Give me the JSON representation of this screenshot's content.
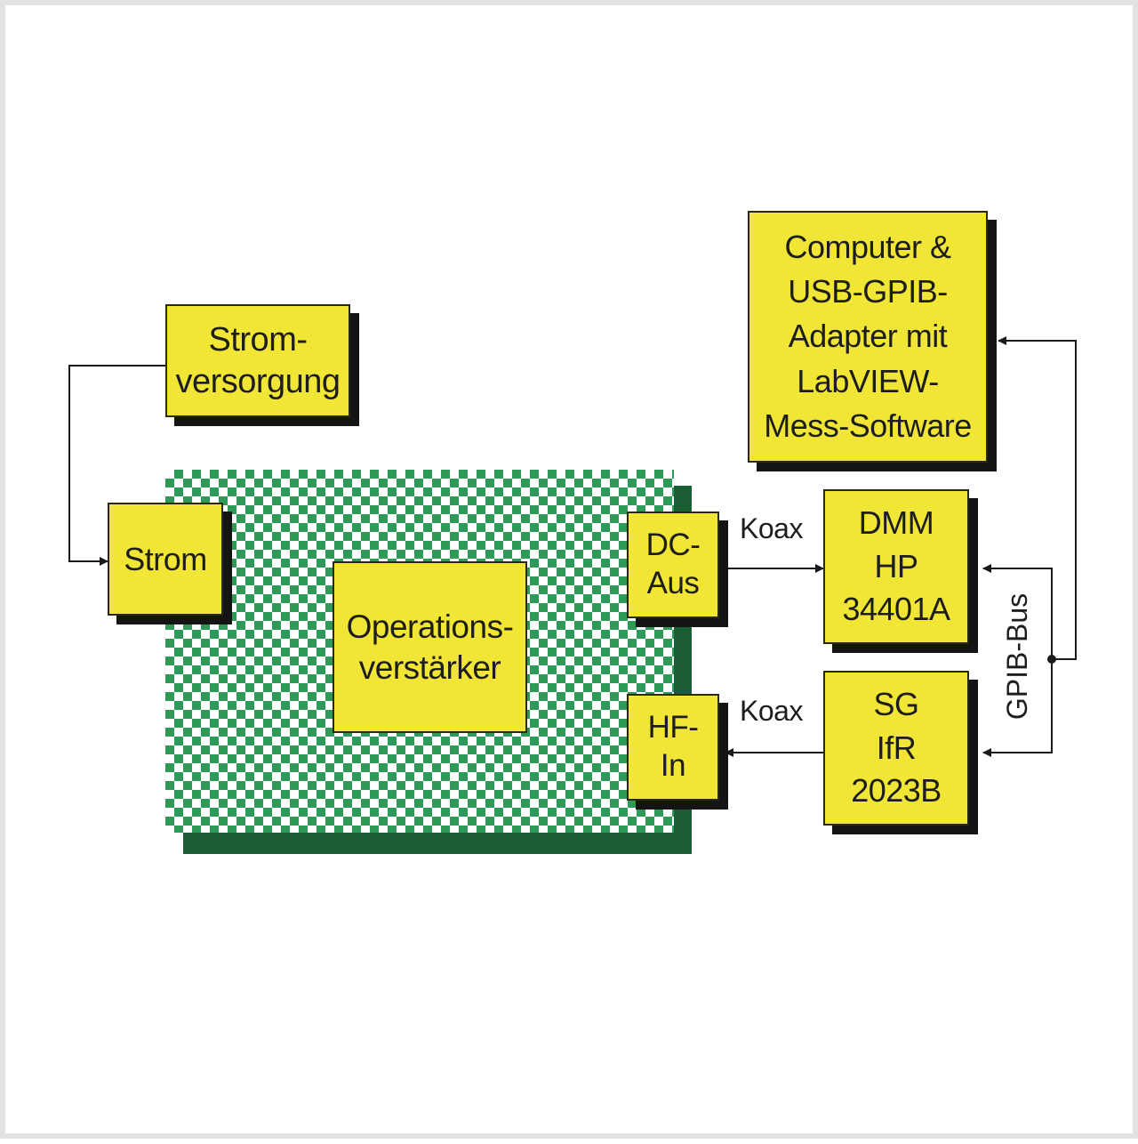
{
  "blocks": {
    "stromversorgung": "Strom-\nversorgung",
    "strom": "Strom",
    "opamp": "Operations-\nverstärker",
    "dc_aus": "DC-\nAus",
    "hf_in": "HF-\nIn",
    "computer": "Computer &\nUSB-GPIB-\nAdapter mit\nLabVIEW-\nMess-Software",
    "dmm": "DMM\nHP\n34401A",
    "sg": "SG\nIfR\n2023B"
  },
  "labels": {
    "koax_top": "Koax",
    "koax_bottom": "Koax",
    "gpib_bus": "GPIB-Bus"
  },
  "colors": {
    "block_fill": "#f1e636",
    "block_shadow": "#141414",
    "board_check": "#2e9a57",
    "board_edge": "#1b5e34",
    "line": "#1a1a1a"
  }
}
